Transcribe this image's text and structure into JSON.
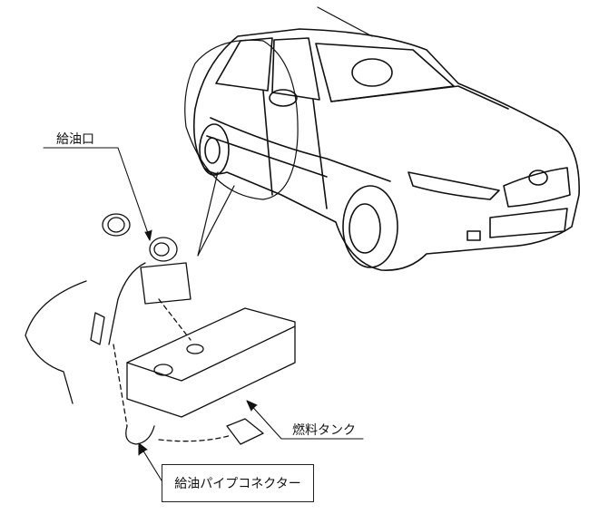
{
  "labels": {
    "filler_inlet": "給油口",
    "fuel_tank": "燃料タンク",
    "filler_pipe_connector": "給油パイプコネクター"
  },
  "colors": {
    "line": "#111111",
    "background": "#ffffff"
  }
}
